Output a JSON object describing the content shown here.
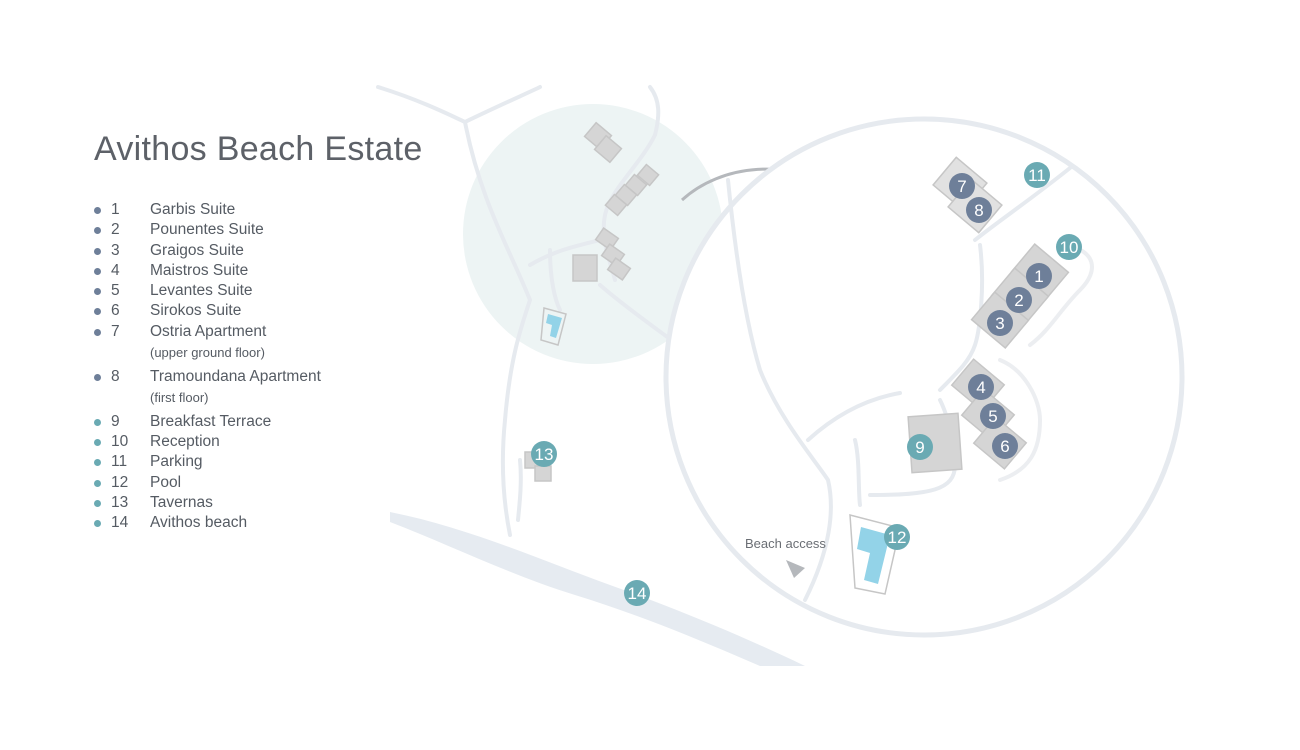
{
  "title": "Avithos Beach Estate",
  "colors": {
    "suite_marker": "#6e7f99",
    "amenity_marker": "#6aaab3",
    "road": "#e6eaef",
    "road_light": "#eaeef2",
    "building": "#d5d5d5",
    "building_outline": "#c6c6c6",
    "pool": "#93d3e8",
    "overview_circle": "#edf4f4",
    "beach": "#e6ebf1"
  },
  "legend": [
    {
      "num": "1",
      "name": "Garbis Suite",
      "type": "suite"
    },
    {
      "num": "2",
      "name": "Pounentes Suite",
      "type": "suite"
    },
    {
      "num": "3",
      "name": "Graigos Suite",
      "type": "suite"
    },
    {
      "num": "4",
      "name": "Maistros Suite",
      "type": "suite"
    },
    {
      "num": "5",
      "name": "Levantes Suite",
      "type": "suite"
    },
    {
      "num": "6",
      "name": "Sirokos Suite",
      "type": "suite"
    },
    {
      "num": "7",
      "name": "Ostria Apartment",
      "note": "(upper ground floor)",
      "type": "suite"
    },
    {
      "num": "8",
      "name": "Tramoundana Apartment",
      "note": "(first floor)",
      "type": "suite"
    },
    {
      "num": "9",
      "name": "Breakfast Terrace",
      "type": "amenity"
    },
    {
      "num": "10",
      "name": "Reception",
      "type": "amenity"
    },
    {
      "num": "11",
      "name": "Parking",
      "type": "amenity"
    },
    {
      "num": "12",
      "name": "Pool",
      "type": "amenity"
    },
    {
      "num": "13",
      "name": "Tavernas",
      "type": "amenity"
    },
    {
      "num": "14",
      "name": "Avithos beach",
      "type": "amenity"
    }
  ],
  "markers": {
    "m1": "1",
    "m2": "2",
    "m3": "3",
    "m4": "4",
    "m5": "5",
    "m6": "6",
    "m7": "7",
    "m8": "8",
    "m9": "9",
    "m10": "10",
    "m11": "11",
    "m12": "12",
    "m13": "13",
    "m14": "14"
  },
  "labels": {
    "beach_access": "Beach access"
  }
}
